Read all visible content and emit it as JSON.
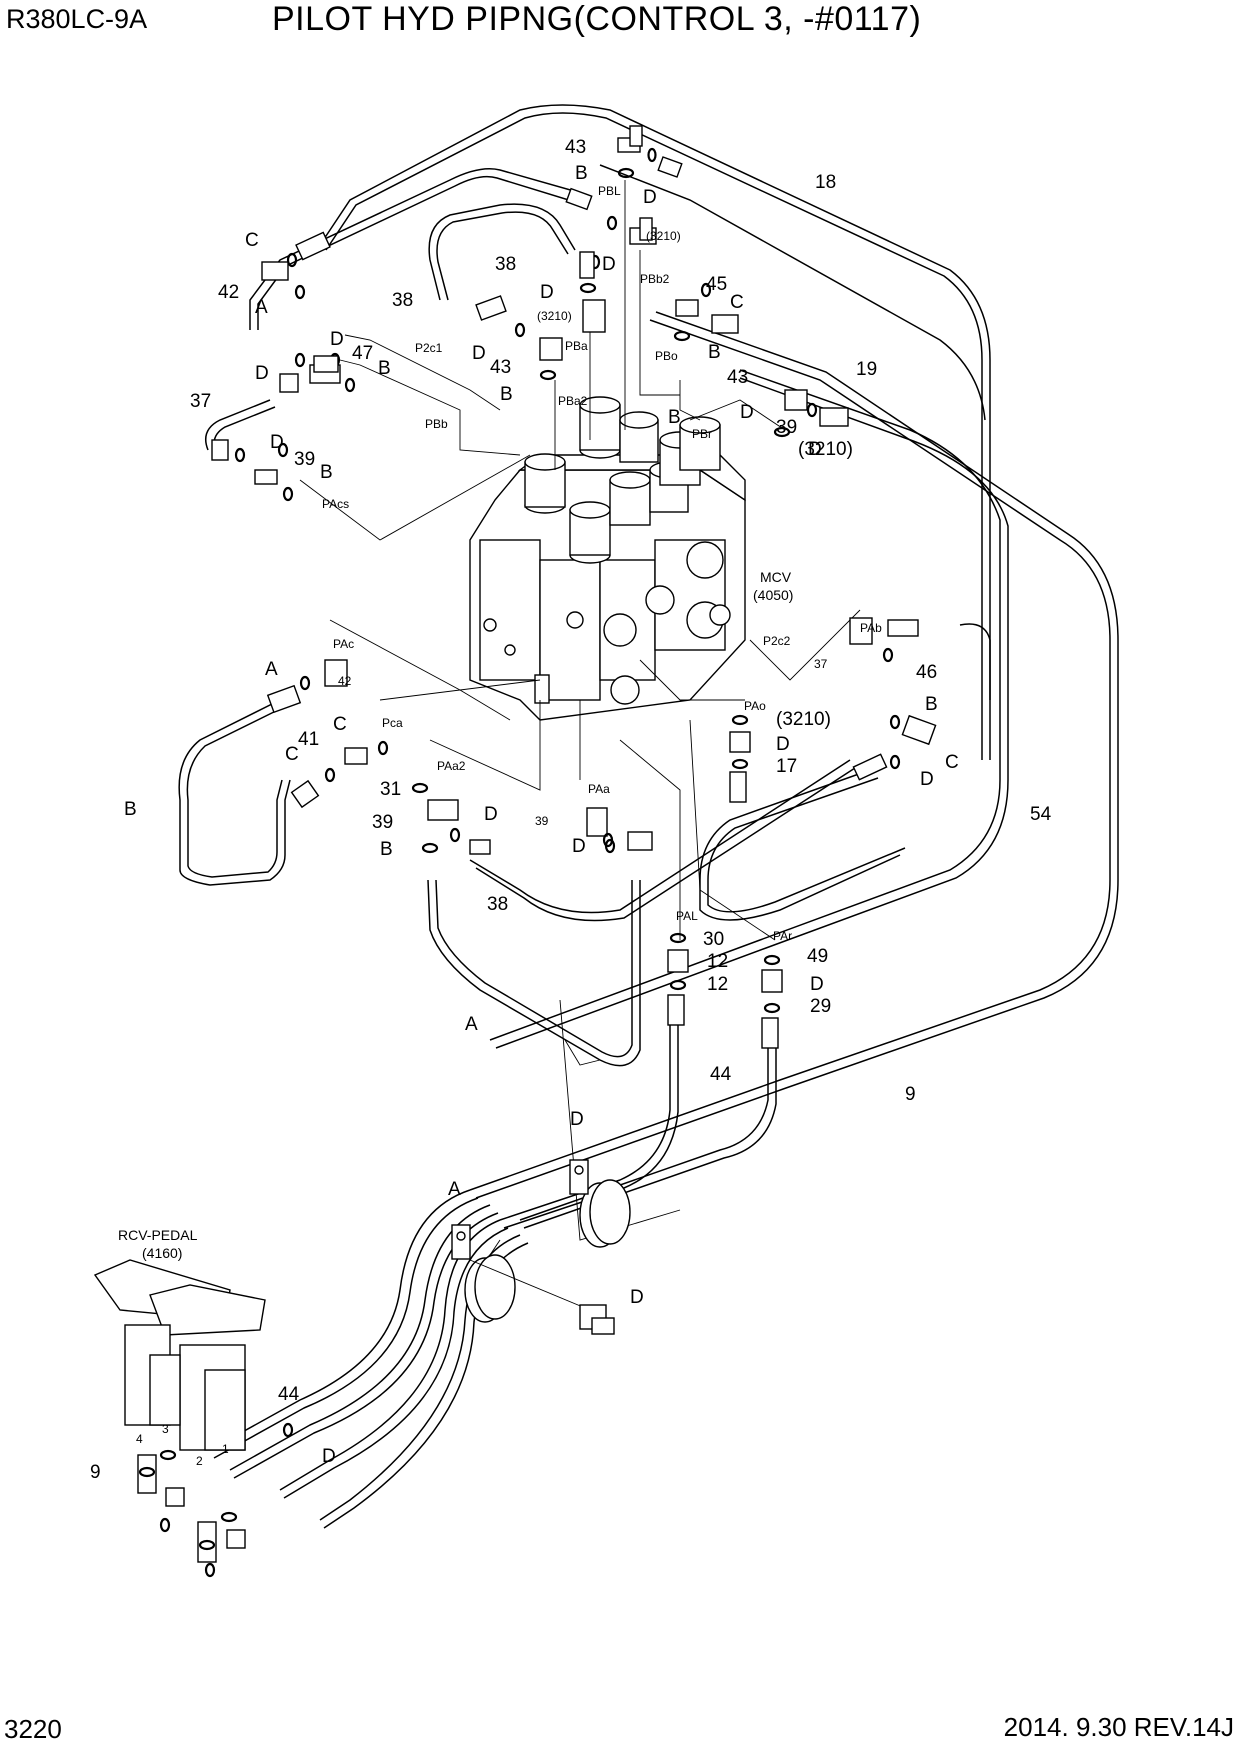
{
  "header": {
    "model": "R380LC-9A",
    "title": "PILOT HYD PIPNG(CONTROL 3, -#0117)"
  },
  "footer": {
    "page_number": "3220",
    "revision": "2014. 9.30  REV.14J"
  },
  "components": {
    "mcv_name": "MCV",
    "mcv_code": "(4050)",
    "pedal_name": "RCV-PEDAL",
    "pedal_code": "(4160)"
  },
  "callouts": [
    "43",
    "B",
    "D",
    "18",
    "C",
    "(3210)",
    "D",
    "38",
    "42",
    "A",
    "38",
    "D",
    "PBb2",
    "45",
    "C",
    "(3210)",
    "D",
    "47",
    "B",
    "D",
    "43",
    "B",
    "19",
    "B",
    "43",
    "D",
    "37",
    "D",
    "39",
    "B",
    "D",
    "(3210)",
    "B",
    "39",
    "D",
    "A",
    "42",
    "C",
    "41",
    "C",
    "B",
    "37",
    "46",
    "C",
    "D",
    "(3210)",
    "D",
    "17",
    "31",
    "B",
    "39",
    "D",
    "B",
    "39",
    "D",
    "38",
    "54",
    "30",
    "12",
    "12",
    "49",
    "D",
    "29",
    "A",
    "44",
    "9",
    "D",
    "A",
    "D",
    "44",
    "D",
    "9"
  ],
  "port_labels": [
    "PBL",
    "PBa",
    "PBo",
    "P2c1",
    "PBb",
    "PBa2",
    "PBr",
    "PAcs",
    "PAc",
    "Pca",
    "PAa2",
    "PAa",
    "PAo",
    "P2c2",
    "PAb",
    "PAL",
    "PAr"
  ],
  "pedal_port_numbers": [
    "4",
    "3",
    "2",
    "1"
  ]
}
